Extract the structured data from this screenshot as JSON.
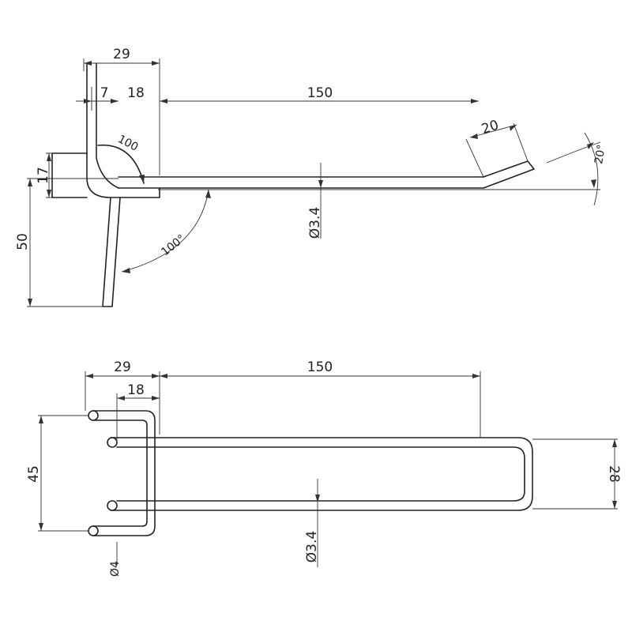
{
  "side_view": {
    "dim_total_width": "29",
    "dim_offset": "7",
    "dim_inner_width": "18",
    "dim_length": "150",
    "dim_bend_radius": "100",
    "dim_tip_length": "20",
    "dim_tip_angle": "20°",
    "dim_height": "17",
    "dim_depth": "50",
    "dim_hook_angle": "100°",
    "dim_wire_diameter": "Ø3.4"
  },
  "top_view": {
    "dim_total_width": "29",
    "dim_length": "150",
    "dim_inner_width": "18",
    "dim_span": "45",
    "dim_wire_spacing": "28",
    "dim_wire_diameter": "Ø3.4",
    "dim_frame_diameter": "Ø4"
  }
}
